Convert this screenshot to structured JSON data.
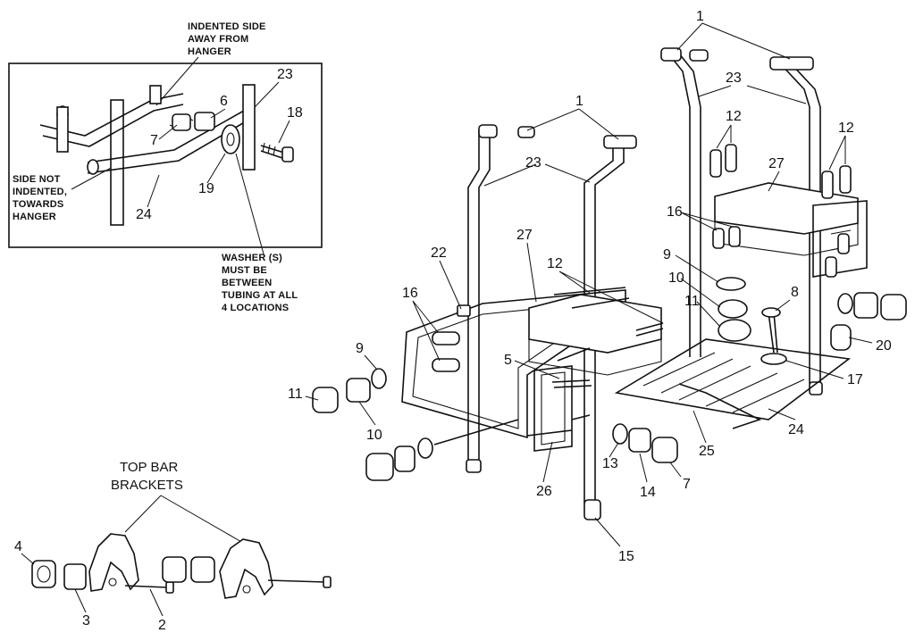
{
  "inset": {
    "note_indented": [
      "INDENTED SIDE",
      "AWAY FROM",
      "HANGER"
    ],
    "note_not_indented": [
      "SIDE NOT",
      "INDENTED,",
      "TOWARDS",
      "HANGER"
    ],
    "note_washer": [
      "WASHER (S)",
      "MUST BE",
      "BETWEEN",
      "TUBING AT ALL",
      "4 LOCATIONS"
    ],
    "labels": {
      "p23": "23",
      "p6": "6",
      "p18": "18",
      "p7": "7",
      "p19": "19",
      "p24": "24"
    }
  },
  "brackets": {
    "caption": [
      "TOP BAR",
      "BRACKETS"
    ],
    "labels": {
      "p4": "4",
      "p3": "3",
      "p2": "2"
    }
  },
  "left_frame": {
    "labels": {
      "p1": "1",
      "p23": "23",
      "p22": "22",
      "p27": "27",
      "p12": "12",
      "p16": "16",
      "p9": "9",
      "p11": "11",
      "p10": "10",
      "p5": "5",
      "p13": "13",
      "p14": "14",
      "p7": "7",
      "p26": "26",
      "p15": "15"
    }
  },
  "right_frame": {
    "labels": {
      "p1": "1",
      "p23": "23",
      "p12a": "12",
      "p12b": "12",
      "p27": "27",
      "p16": "16",
      "p9": "9",
      "p10": "10",
      "p11": "11",
      "p8": "8",
      "p20": "20",
      "p17": "17",
      "p24": "24",
      "p25": "25"
    }
  }
}
